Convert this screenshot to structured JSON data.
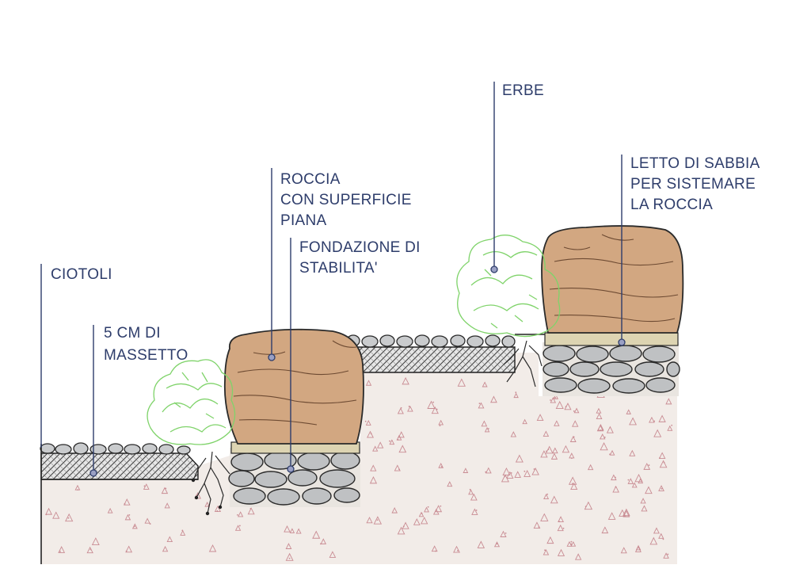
{
  "labels": {
    "ciotoli": "CIOTOLI",
    "massetto": [
      "5 CM DI",
      "MASSETTO"
    ],
    "roccia": [
      "ROCCIA",
      "CON SUPERFICIE",
      "PIANA"
    ],
    "fondazione": [
      "FONDAZIONE DI",
      "STABILITA'"
    ],
    "erbe": "ERBE",
    "letto": [
      "LETTO DI SABBIA",
      "PER SISTEMARE",
      "LA ROCCIA"
    ]
  },
  "colors": {
    "label_text": "#2e3d6b",
    "soil": "#f2ece8",
    "soil_speckle": "#c98c93",
    "rock": "#d2a781",
    "sand": "#ddd4b2",
    "stone": "#bfc1c3",
    "shrub": "#7fd36a",
    "massetto_hatch": "#555555"
  }
}
